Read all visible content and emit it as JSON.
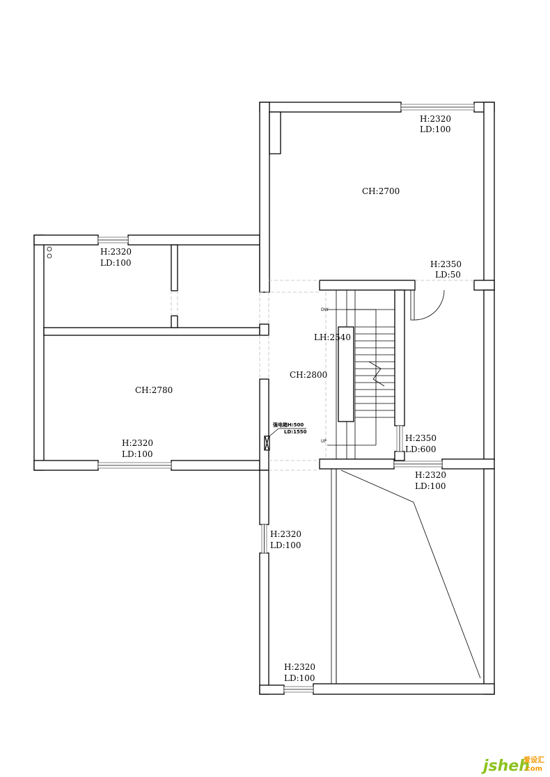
{
  "labels": {
    "ch_top": "CH:2700",
    "ch_left": "CH:2780",
    "ch_center": "CH:2800",
    "lh_stair": "LH:2540",
    "stair_dw": "DW",
    "stair_up": "UP",
    "win_top_h": "H:2320",
    "win_top_ld": "LD:100",
    "win_left_top_h": "H:2320",
    "win_left_top_ld": "LD:100",
    "win_left_bottom_h": "H:2320",
    "win_left_bottom_ld": "LD:100",
    "door_right_h": "H:2350",
    "door_right_ld": "LD:50",
    "door_mid_h": "H:2350",
    "door_mid_ld": "LD:600",
    "win_right_h": "H:2320",
    "win_right_ld": "LD:100",
    "win_corridor_h": "H:2320",
    "win_corridor_ld": "LD:100",
    "win_bottom_h": "H:2320",
    "win_bottom_ld": "LD:100",
    "panel_label": "强电箱H:500",
    "panel_ld": "LD:1550"
  },
  "logo": {
    "brand": "jsheh",
    "suffix": ".com",
    "cn": "爱设汇"
  }
}
